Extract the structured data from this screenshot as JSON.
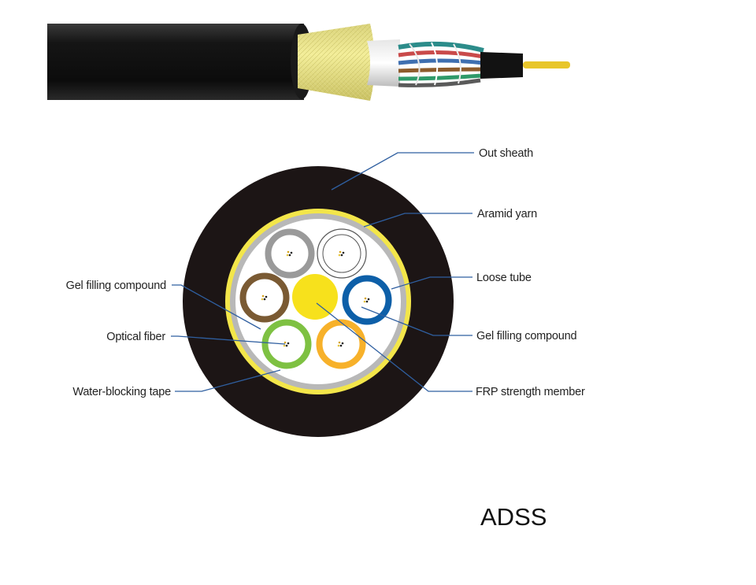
{
  "labels": {
    "out_sheath": "Out sheath",
    "aramid_yarn": "Aramid yarn",
    "loose_tube": "Loose tube",
    "gel_filling_right": "Gel filling compound",
    "frp_member": "FRP strength member",
    "gel_filling_left": "Gel filling compound",
    "optical_fiber": "Optical fiber",
    "water_blocking_tape": "Water-blocking tape"
  },
  "title": "ADSS",
  "colors": {
    "sheath": "#1c1515",
    "aramid": "#f3e64a",
    "water_tape": "#b8b8b8",
    "gel": "#ffffff",
    "frp": "#f7e11c",
    "leader": "#2f5fa0"
  },
  "tubes": [
    {
      "name": "gray",
      "color": "#9a9a9a"
    },
    {
      "name": "white",
      "color": "#ffffff"
    },
    {
      "name": "brown",
      "color": "#7a5a33"
    },
    {
      "name": "blue",
      "color": "#0d5fa8"
    },
    {
      "name": "green",
      "color": "#7ec142"
    },
    {
      "name": "orange",
      "color": "#f7b12a"
    }
  ]
}
